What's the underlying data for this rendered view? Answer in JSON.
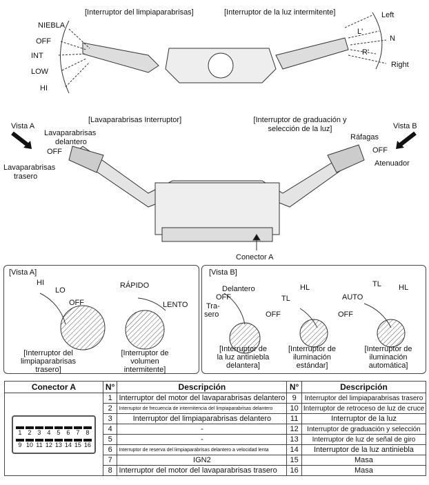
{
  "top": {
    "wiper_title": "[Interruptor del limpiaparabrisas]",
    "turn_title": "[Interruptor de la luz intermitente]",
    "wiper_positions": [
      "NIEBLA",
      "OFF",
      "INT",
      "LOW",
      "HI"
    ],
    "turn_positions": [
      "Left",
      "L'",
      "N",
      "R'",
      "Right"
    ]
  },
  "middle": {
    "washer_title": "[Lavaparabrisas Interruptor]",
    "dimmer_title_1": "[Interruptor de graduación y",
    "dimmer_title_2": "selección de la luz]",
    "vista_a": "Vista A",
    "vista_b": "Vista B",
    "front_washer_1": "Lavaparabrisas",
    "front_washer_2": "delantero",
    "washer_off": "OFF",
    "rear_washer_1": "Lavaparabrisas",
    "rear_washer_2": "trasero",
    "flash": "Ráfagas",
    "dimmer_off": "OFF",
    "dimmer_low": "Atenuador",
    "connector": "Conector A"
  },
  "vista_a": {
    "title": "[Vista A]",
    "rear_wiper": {
      "hi": "HI",
      "lo": "LO",
      "off": "OFF",
      "caption": [
        "[Interruptor del",
        "limpiaparabrisas",
        "trasero]"
      ]
    },
    "intermittent": {
      "fast": "RÁPIDO",
      "slow": "LENTO",
      "caption": [
        "[Interruptor de",
        "volumen",
        "intermitente]"
      ]
    }
  },
  "vista_b": {
    "title": "[Vista B]",
    "fog": {
      "front": "Delantero",
      "off": "OFF",
      "rear_1": "Tra-",
      "rear_2": "sero",
      "caption": [
        "[Interruptor de",
        "la luz antiniebla",
        "delantera]"
      ]
    },
    "standard": {
      "hl": "HL",
      "tl": "TL",
      "off": "OFF",
      "caption": [
        "[Interruptor de",
        "iluminación",
        "estándar]"
      ]
    },
    "auto": {
      "tl": "TL",
      "hl": "HL",
      "auto": "AUTO",
      "off": "OFF",
      "caption": [
        "[Interruptor de",
        "iluminación",
        "automática]"
      ]
    }
  },
  "table": {
    "headers": [
      "Conector A",
      "N°",
      "Descripción",
      "N°",
      "Descripción"
    ],
    "pins_top": [
      "1",
      "2",
      "3",
      "4",
      "5",
      "6",
      "7",
      "8"
    ],
    "pins_bottom": [
      "9",
      "10",
      "11",
      "12",
      "13",
      "14",
      "15",
      "16"
    ],
    "rows": [
      {
        "n1": "1",
        "d1": "Interruptor del motor del lavaparabrisas delantero",
        "n2": "9",
        "d2": "Interruptor del limpiaparabrisas trasero"
      },
      {
        "n1": "2",
        "d1": "Interruptor de frecuencia de intermitencia del limpiaparabrisas delantero",
        "n2": "10",
        "d2": "Interruptor de retroceso de luz de cruce"
      },
      {
        "n1": "3",
        "d1": "Interruptor del limpiaparabrisas delantero",
        "n2": "11",
        "d2": "Interruptor de la luz"
      },
      {
        "n1": "4",
        "d1": "-",
        "n2": "12",
        "d2": "Interruptor de graduación y selección"
      },
      {
        "n1": "5",
        "d1": "-",
        "n2": "13",
        "d2": "Interruptor de luz de señal de giro"
      },
      {
        "n1": "6",
        "d1": "Interruptor de reserva del limpiaparabrisas delantero a velocidad lenta",
        "n2": "14",
        "d2": "Interruptor de la luz antiniebla"
      },
      {
        "n1": "7",
        "d1": "IGN2",
        "n2": "15",
        "d2": "Masa"
      },
      {
        "n1": "8",
        "d1": "Interruptor del motor del lavaparabrisas trasero",
        "n2": "16",
        "d2": "Masa"
      }
    ]
  }
}
